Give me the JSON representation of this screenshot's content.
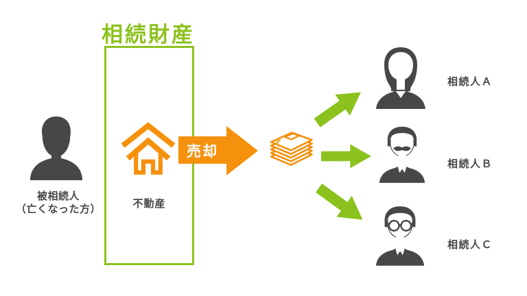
{
  "diagram": {
    "title": "相続財産",
    "deceased": {
      "icon": "person-silhouette",
      "label_line1": "被相続人",
      "label_line2": "（亡くなった方）"
    },
    "estate_box": {
      "property_icon": "house",
      "property_label": "不動産"
    },
    "sale_arrow": {
      "label": "売却"
    },
    "money_icon": "money-stack",
    "heirs": [
      {
        "id": "A",
        "icon": "woman-silhouette",
        "label": "相続人Ａ"
      },
      {
        "id": "B",
        "icon": "man-mustache-silhouette",
        "label": "相続人Ｂ"
      },
      {
        "id": "C",
        "icon": "man-glasses-silhouette",
        "label": "相続人Ｃ"
      }
    ],
    "colors": {
      "green": "#8CC21E",
      "orange": "#F6910D",
      "dark_gray": "#474747",
      "background": "#FFFFFF",
      "sale_label_text": "#FFFFFF"
    }
  }
}
